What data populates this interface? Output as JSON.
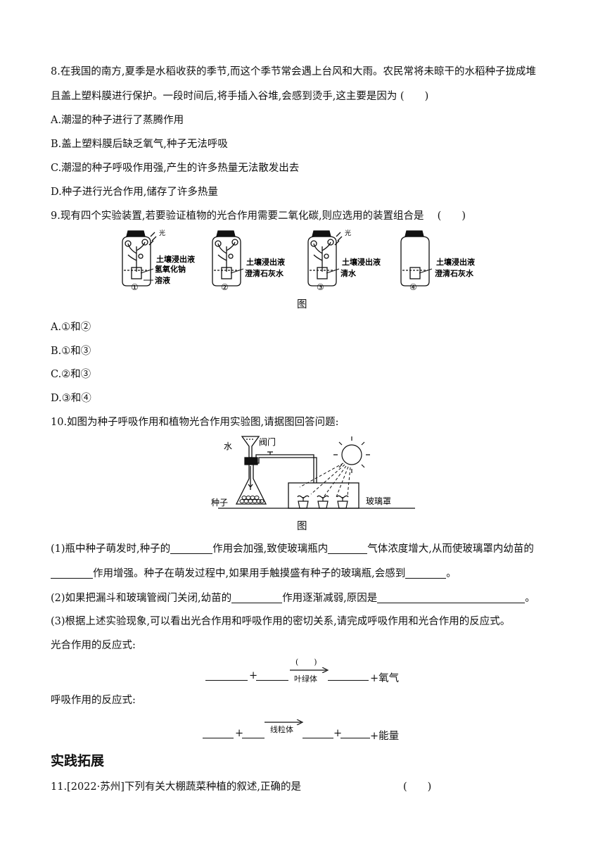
{
  "q8": {
    "line1": "8.在我国的南方,夏季是水稻收获的季节,而这个季节常会遇上台风和大雨。农民常将未晾干的水稻种子拢成堆",
    "line2": "且盖上塑料膜进行保护。一段时间后,将手插入谷堆,会感到烫手,这主要是因为 (　　)",
    "options": [
      "A.潮湿的种子进行了蒸腾作用",
      "B.盖上塑料膜后缺乏氧气,种子无法呼吸",
      "C.潮湿的种子呼吸作用强,产生的许多热量无法散发出去",
      "D.种子进行光合作用,储存了许多热量"
    ]
  },
  "q9": {
    "stem": "9.现有四个实验装置,若要验证植物的光合作用需要二氧化碳,则应选用的装置组合是　 (　　)",
    "figure": {
      "light": "光",
      "soil": "土壤浸出液",
      "naoh_1": "氢氧化钠",
      "naoh_2": "溶液",
      "limewater": "澄清石灰水",
      "water": "清水",
      "n1": "①",
      "n2": "②",
      "n3": "③",
      "n4": "④"
    },
    "caption": "图",
    "options": [
      "A.①和②",
      "B.①和③",
      "C.②和③",
      "D.③和④"
    ]
  },
  "q10": {
    "stem": "10.如图为种子呼吸作用和植物光合作用实验图,请据图回答问题:",
    "figure": {
      "water": "水",
      "valve": "阀门",
      "seed": "种子",
      "glass_cover": "玻璃罩"
    },
    "caption": "图",
    "p1_a": "(1)瓶中种子萌发时,种子的",
    "p1_b": "作用会加强,致使玻璃瓶内",
    "p1_c": "气体浓度增大,从而使玻璃罩内幼苗的",
    "p1_d": "作用增强。种子在萌发过程中,如果用手触摸盛有种子的玻璃瓶,会感到",
    "p1_e": "。",
    "p2_a": "(2)如果把漏斗和玻璃管阀门关闭,幼苗的",
    "p2_b": "作用逐渐减弱,原因是",
    "p2_c": "。",
    "p3": "(3)根据上述实验现象,可以看出光合作用和呼吸作用的密切关系,请完成呼吸作用和光合作用的反应式。",
    "photo_label": "光合作用的反应式:",
    "photo_eq": {
      "plus1": "+",
      "arrow_top": "(　　)",
      "arrow_bottom": "叶绿体",
      "tail": "+氧气"
    },
    "resp_label": "呼吸作用的反应式:",
    "resp_eq": {
      "plus1": "+",
      "arrow_top": "线粒体",
      "plus2": "+",
      "tail": "+能量"
    }
  },
  "section": "实践拓展",
  "q11": {
    "stem": "11.[2022·苏州]下列有关大棚蔬菜种植的叙述,正确的是　　　　　　　　　　(　　)"
  }
}
